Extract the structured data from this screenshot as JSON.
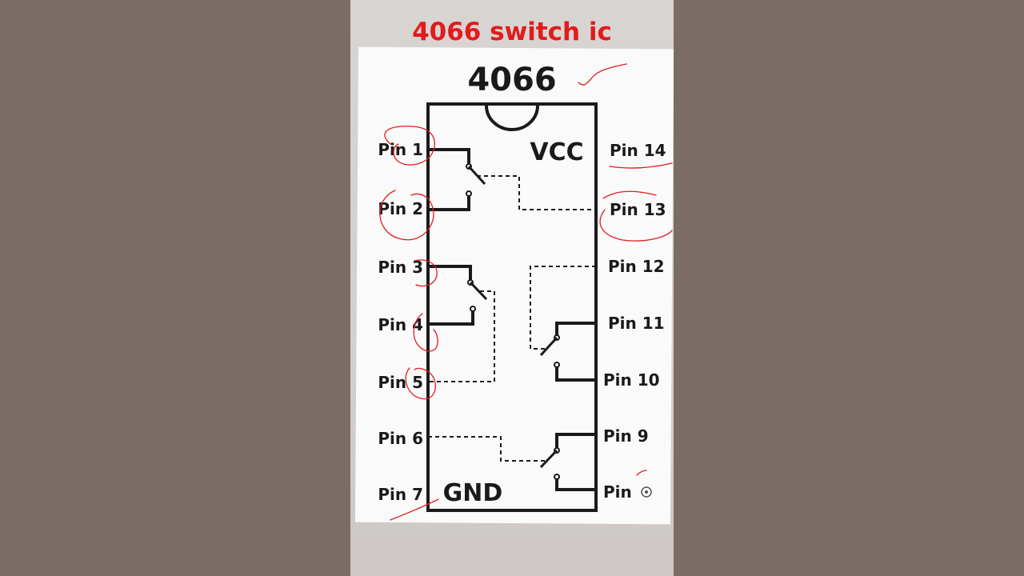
{
  "overlay_title": "4066 switch ic",
  "diagram": {
    "chip_name": "4066",
    "vcc_label": "VCC",
    "gnd_label": "GND",
    "left_pins": [
      "Pin 1",
      "Pin 2",
      "Pin 3",
      "Pin 4",
      "Pin 5",
      "Pin 6",
      "Pin 7"
    ],
    "right_pins": [
      "Pin 14",
      "Pin 13",
      "Pin 12",
      "Pin 11",
      "Pin 10",
      "Pin 9",
      "Pin"
    ]
  },
  "colors": {
    "annotation": "#e21b1b",
    "ink": "#1a1a1a"
  }
}
